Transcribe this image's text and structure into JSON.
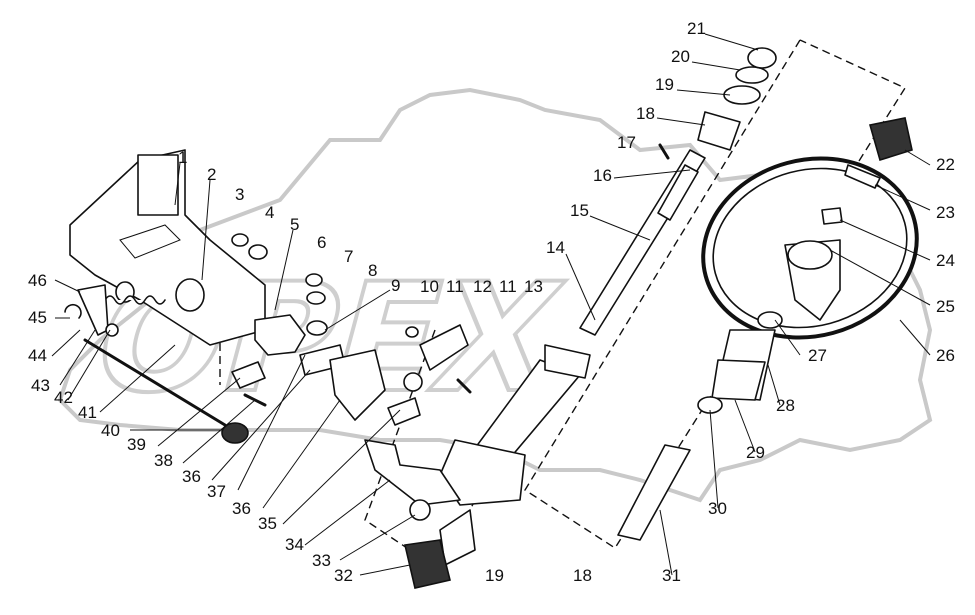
{
  "diagram": {
    "watermark": "OPEX",
    "callouts": [
      "1",
      "2",
      "3",
      "4",
      "5",
      "6",
      "7",
      "8",
      "9",
      "10",
      "11",
      "12",
      "11",
      "13",
      "14",
      "15",
      "16",
      "17",
      "18",
      "19",
      "20",
      "21",
      "22",
      "23",
      "24",
      "25",
      "26",
      "27",
      "28",
      "29",
      "30",
      "31",
      "18",
      "19",
      "32",
      "33",
      "34",
      "35",
      "36",
      "37",
      "36",
      "38",
      "39",
      "40",
      "41",
      "42",
      "43",
      "44",
      "45",
      "46"
    ]
  }
}
